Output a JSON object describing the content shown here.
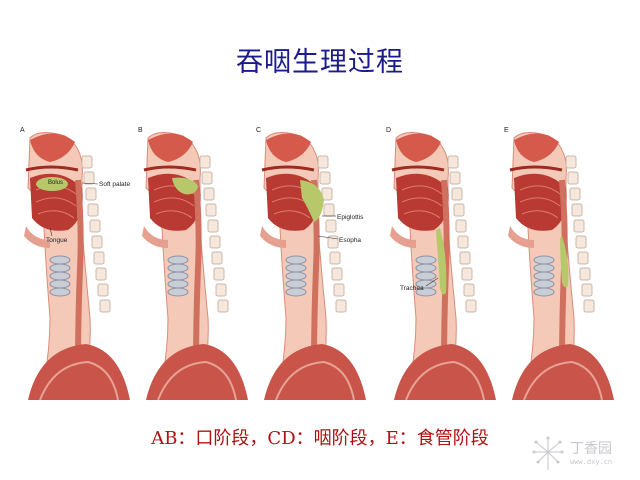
{
  "slide": {
    "title": "吞咽生理过程",
    "caption": "AB：口阶段，CD：咽阶段，E：食管阶段"
  },
  "figure": {
    "panels": [
      {
        "letter": "A"
      },
      {
        "letter": "B"
      },
      {
        "letter": "C"
      },
      {
        "letter": "D"
      },
      {
        "letter": "E"
      }
    ],
    "labels": {
      "bolus": "Bolus",
      "soft_palate": "Soft palate",
      "tongue": "Tongue",
      "epiglottis": "Epiglottis",
      "esophagus": "Esopha",
      "trachea": "Trachea"
    }
  },
  "watermark": {
    "text": "丁香园",
    "url": "www.dxy.cn"
  },
  "colors": {
    "title": "#1a1a8c",
    "caption": "#b01010",
    "tissue": "#f2b8a8",
    "muscle": "#c0463c",
    "bolus": "#b7c86a"
  }
}
